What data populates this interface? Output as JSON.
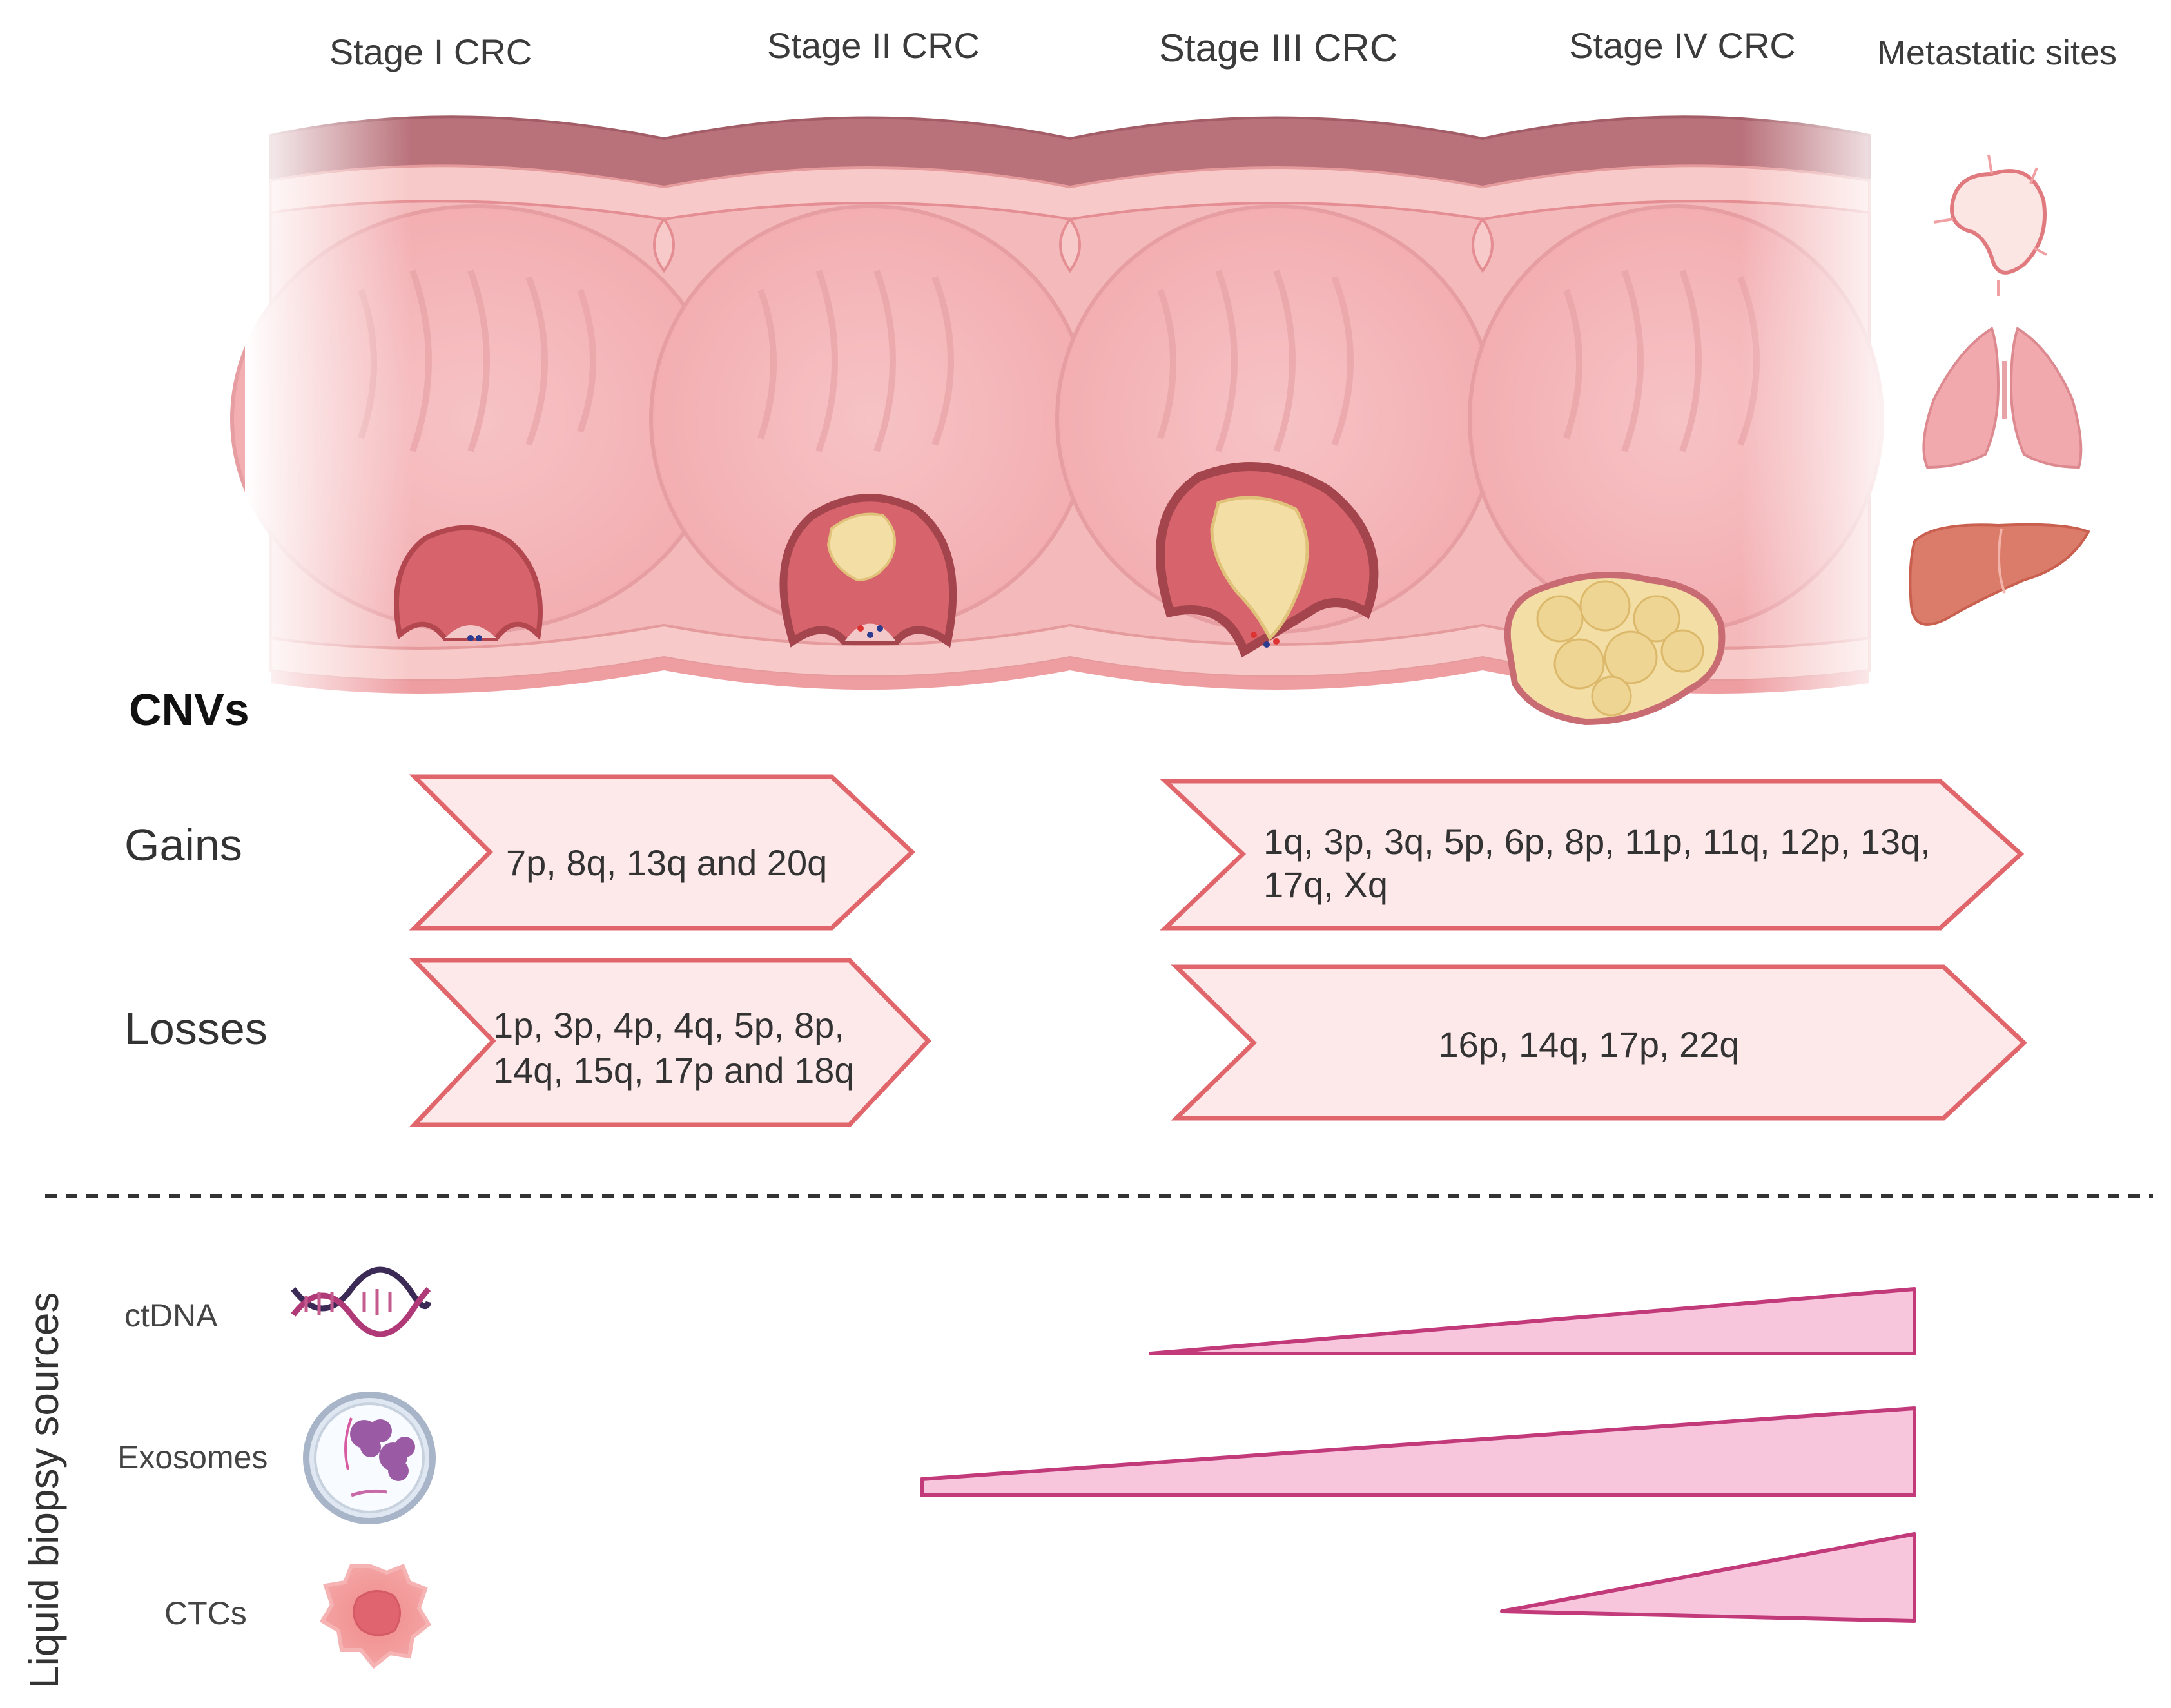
{
  "stages": {
    "s1": "Stage I CRC",
    "s2": "Stage II CRC",
    "s3": "Stage III CRC",
    "s4": "Stage IV CRC",
    "meta": "Metastatic sites"
  },
  "cnv": {
    "title": "CNVs",
    "gains_label": "Gains",
    "losses_label": "Losses",
    "gains_early": "7p, 8q, 13q and 20q",
    "gains_late_line1": "1q, 3p, 3q, 5p, 6p, 8p, 11p, 11q, 12p, 13q,",
    "gains_late_line2": "17q, Xq",
    "losses_early_line1": "1p, 3p, 4p, 4q, 5p, 8p,",
    "losses_early_line2": "14q, 15q, 17p and 18q",
    "losses_late": "16p, 14q, 17p, 22q"
  },
  "liquid_biopsy": {
    "axis_title": "Liquid biopsy sources",
    "sources": [
      {
        "label": "ctDNA",
        "icon": "dna-icon"
      },
      {
        "label": "Exosomes",
        "icon": "exosome-icon"
      },
      {
        "label": "CTCs",
        "icon": "circulating-tumor-cell-icon"
      }
    ]
  },
  "colors": {
    "tissue": "#f5b5b8",
    "tissue_dark": "#c9707a",
    "muscle": "#b86a73",
    "tumor_red": "#d96b72",
    "tumor_core": "#f3dfa5",
    "arrow_fill": "#fde8ea",
    "arrow_stroke": "#e0666c",
    "wedge_fill": "#f7c6dc",
    "wedge_stroke": "#c23a7a"
  }
}
